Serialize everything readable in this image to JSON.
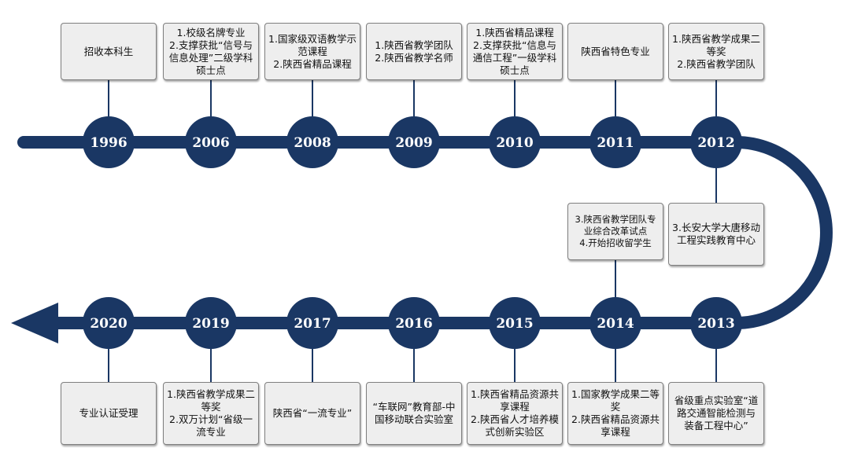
{
  "colors": {
    "line": "#1a3764",
    "circle": "#1a3764",
    "box_bg": "#eeeeee",
    "box_border": "#7f7f7f"
  },
  "milestones": [
    {
      "year": "1996",
      "lines": [
        "招收本科生"
      ]
    },
    {
      "year": "2006",
      "lines": [
        "1.校级名牌专业",
        "2.支撑获批“信号与信息处理”二级学科硕士点"
      ]
    },
    {
      "year": "2008",
      "lines": [
        "1.国家级双语教学示范课程",
        "2.陕西省精品课程"
      ]
    },
    {
      "year": "2009",
      "lines": [
        "1.陕西省教学团队",
        "2.陕西省教学名师"
      ]
    },
    {
      "year": "2010",
      "lines": [
        "1.陕西省精品课程",
        "2.支撑获批“信息与通信工程”一级学科硕士点"
      ]
    },
    {
      "year": "2011",
      "lines": [
        "陕西省特色专业"
      ]
    },
    {
      "year": "2012",
      "lines": [
        "1.陕西省教学成果二等奖",
        "2.陕西省教学团队",
        "3.长安大学大唐移动工程实践教育中心"
      ]
    },
    {
      "year": "2013",
      "lines": [
        "省级重点实验室“道路交通智能检测与装备工程中心”"
      ]
    },
    {
      "year": "2014",
      "lines": [
        "1.国家教学成果二等奖",
        "2.陕西省精品资源共享课程",
        "3.陕西省教学团队专业综合改革试点",
        "4.开始招收留学生"
      ]
    },
    {
      "year": "2015",
      "lines": [
        "1.陕西省精品资源共享课程",
        "2.陕西省人才培养模式创新实验区"
      ]
    },
    {
      "year": "2016",
      "lines": [
        "“车联网”教育部-中国移动联合实验室"
      ]
    },
    {
      "year": "2017",
      "lines": [
        "陕西省“一流专业”"
      ]
    },
    {
      "year": "2019",
      "lines": [
        "1.陕西省教学成果二等奖",
        "2.双万计划“省级一流专业"
      ]
    },
    {
      "year": "2020",
      "lines": [
        "专业认证受理"
      ]
    }
  ]
}
